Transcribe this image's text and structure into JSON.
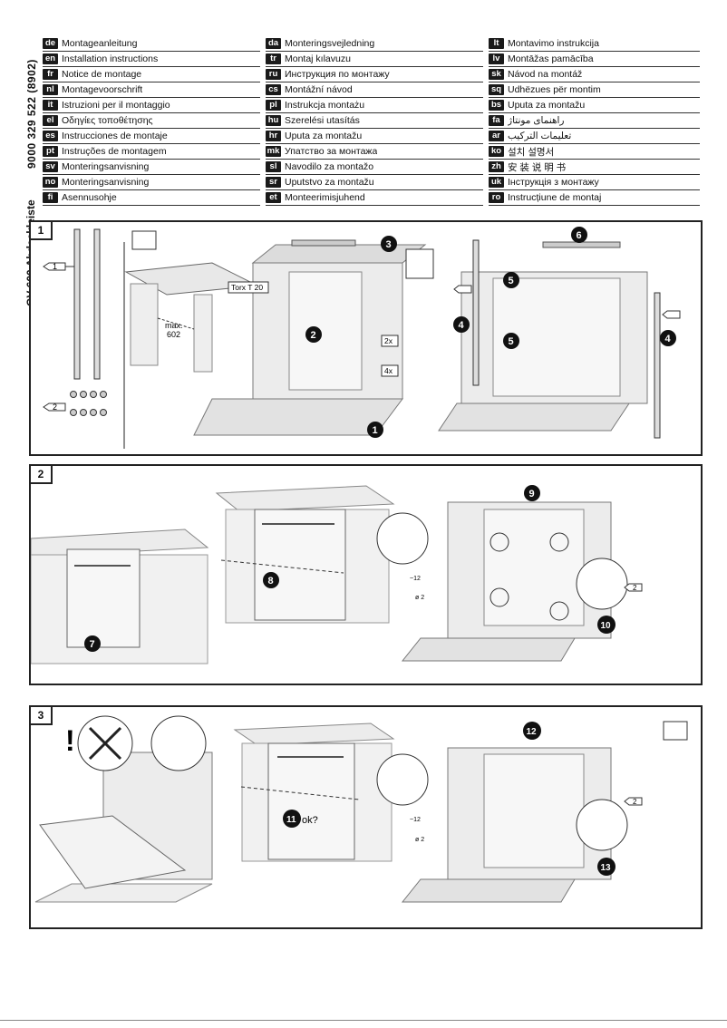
{
  "document": {
    "number": "9000 329 522  (8902)",
    "product_label": "GV 600 Abdeckleiste"
  },
  "languages": [
    [
      {
        "code": "de",
        "title": "Montageanleitung"
      },
      {
        "code": "en",
        "title": "Installation instructions"
      },
      {
        "code": "fr",
        "title": "Notice de montage"
      },
      {
        "code": "nl",
        "title": "Montagevoorschrift"
      },
      {
        "code": "it",
        "title": "Istruzioni per il montaggio"
      },
      {
        "code": "el",
        "title": "Οδηγίες τοποθέτησης"
      },
      {
        "code": "es",
        "title": "Instrucciones de montaje"
      },
      {
        "code": "pt",
        "title": "Instruções de montagem"
      },
      {
        "code": "sv",
        "title": "Monteringsanvisning"
      },
      {
        "code": "no",
        "title": "Monteringsanvisning"
      },
      {
        "code": "fi",
        "title": "Asennusohje"
      }
    ],
    [
      {
        "code": "da",
        "title": "Monteringsvejledning"
      },
      {
        "code": "tr",
        "title": "Montaj kılavuzu"
      },
      {
        "code": "ru",
        "title": "Инструкция по монтажу"
      },
      {
        "code": "cs",
        "title": "Montážní návod"
      },
      {
        "code": "pl",
        "title": "Instrukcja montażu"
      },
      {
        "code": "hu",
        "title": "Szerelési utasítás"
      },
      {
        "code": "hr",
        "title": "Uputa za montažu"
      },
      {
        "code": "mk",
        "title": "Упатство за монтажа"
      },
      {
        "code": "sl",
        "title": "Navodilo za montažo"
      },
      {
        "code": "sr",
        "title": "Uputstvo za montažu"
      },
      {
        "code": "et",
        "title": "Monteerimisjuhend"
      }
    ],
    [
      {
        "code": "lt",
        "title": "Montavimo instrukcija"
      },
      {
        "code": "lv",
        "title": "Montāžas pamācība"
      },
      {
        "code": "sk",
        "title": "Návod na montáž"
      },
      {
        "code": "sq",
        "title": "Udhëzues për montim"
      },
      {
        "code": "bs",
        "title": "Uputa za montažu"
      },
      {
        "code": "fa",
        "title": "راهنمای مونتاژ"
      },
      {
        "code": "ar",
        "title": "تعليمات التركيب"
      },
      {
        "code": "ko",
        "title": "설치 설명서"
      },
      {
        "code": "zh",
        "title": "安 装 说 明 书"
      },
      {
        "code": "uk",
        "title": "Інструкція з монтажу"
      },
      {
        "code": "ro",
        "title": "Instrucțiune de montaj"
      }
    ]
  ],
  "panel1": {
    "number": "1",
    "part1": "1",
    "part2": "2",
    "torx": "Torx T 20",
    "max_label": "max.",
    "max_value": "602",
    "qty_2x": "2x",
    "qty_4x": "4x",
    "steps": [
      "1",
      "2",
      "3",
      "4",
      "5",
      "6"
    ]
  },
  "panel2": {
    "number": "2",
    "steps": [
      "7",
      "8",
      "9",
      "10"
    ],
    "dim_depth": "~12",
    "dim_dia": "ø 2",
    "part2": "2"
  },
  "panel3": {
    "number": "3",
    "warning": "!",
    "step11": "11",
    "ok": "ok?",
    "steps": [
      "12",
      "13"
    ],
    "dim_depth": "~12",
    "dim_dia": "ø 2",
    "part2": "2"
  }
}
